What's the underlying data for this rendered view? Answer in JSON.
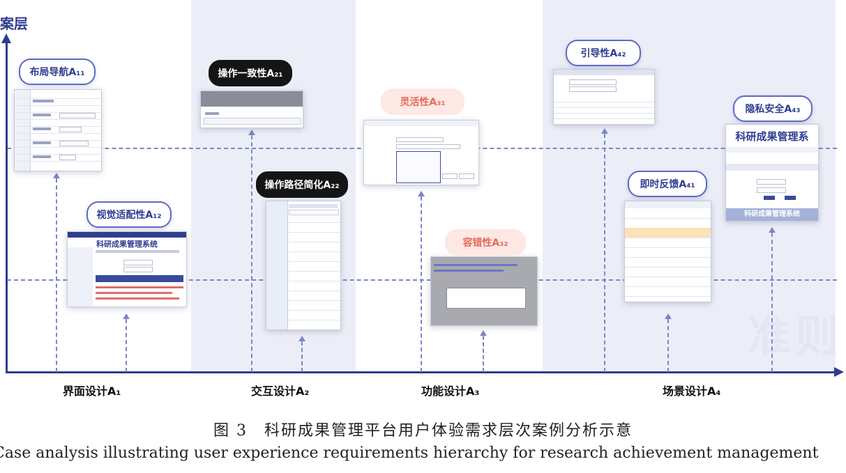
{
  "diagram": {
    "y_axis_title": "案层",
    "categories": [
      {
        "label": "界面设计A₁"
      },
      {
        "label": "交互设计A₂"
      },
      {
        "label": "功能设计A₃"
      },
      {
        "label": "场景设计A₄"
      }
    ],
    "nodes": {
      "a11": "布局导航A₁₁",
      "a12": "视觉适配性A₁₂",
      "a21": "操作一致性A₂₁",
      "a22": "操作路径简化A₂₂",
      "a31": "灵活性A₃₁",
      "a32": "容错性A₃₂",
      "a41": "即时反馈A₄₁",
      "a42": "引导性A₄₂",
      "a43": "隐私安全A₄₃"
    },
    "screenshots": {
      "system_title": "科研成果管理系统",
      "system_title_large": "科研成果管理系",
      "system_footer": "科研成果管理系统"
    },
    "watermark": "准则",
    "caption_zh": "图 3　科研成果管理平台用户体验需求层次案例分析示意",
    "caption_en": "Case analysis illustrating user experience requirements hierarchy for research achievement management"
  },
  "colors": {
    "axis": "#2f3d8f",
    "dash": "#7b86c9",
    "band": "#eef0f8",
    "pink": "#e3695a"
  }
}
